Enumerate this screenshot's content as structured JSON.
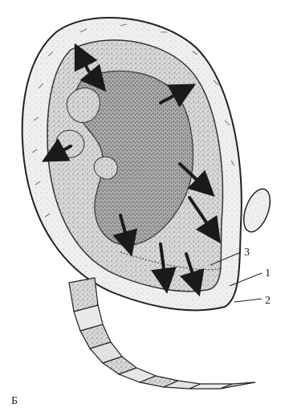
{
  "panel_label": "Б",
  "callouts": [
    {
      "id": "1",
      "text": "1"
    },
    {
      "id": "2",
      "text": "2"
    },
    {
      "id": "3",
      "text": "3"
    }
  ],
  "colors": {
    "ink": "#222222",
    "stipple_dark": "#7a7a7a",
    "stipple_light": "#c8c8c8"
  }
}
